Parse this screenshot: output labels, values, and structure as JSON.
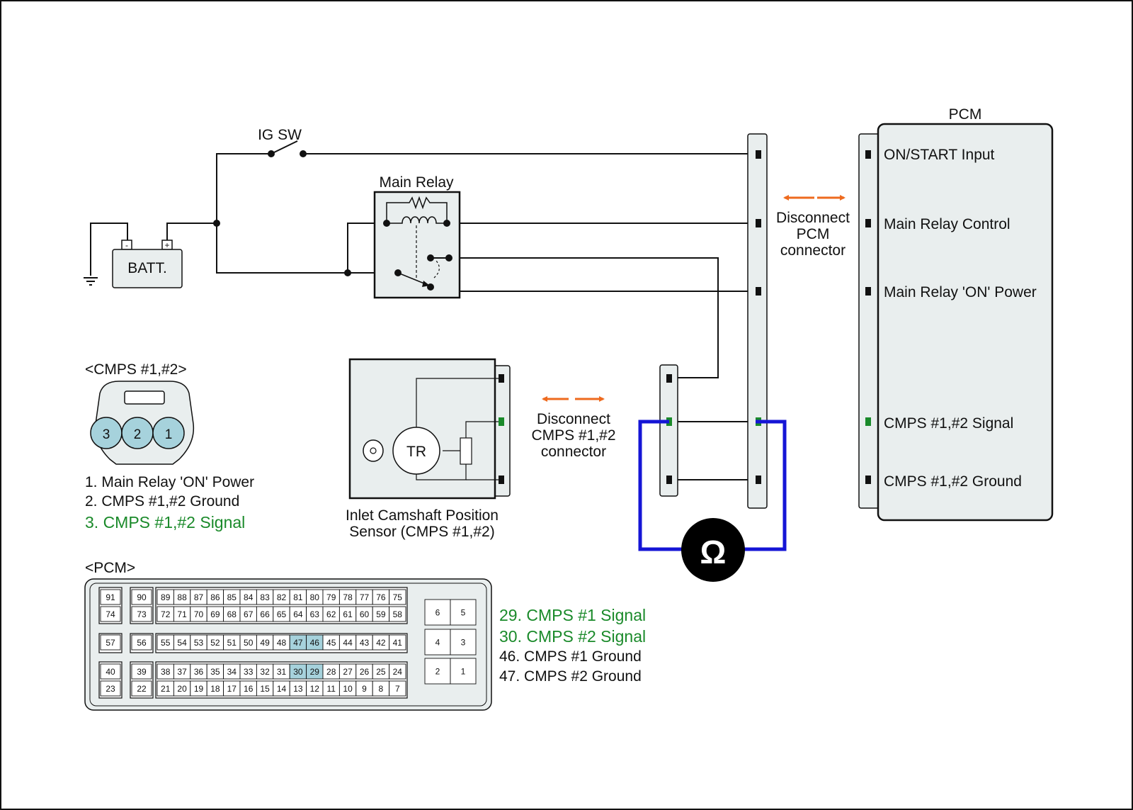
{
  "labels": {
    "ig_sw": "IG SW",
    "main_relay": "Main Relay",
    "batt": "BATT.",
    "batt_minus": "-",
    "batt_plus": "+",
    "pcm_title": "PCM",
    "disconnect_pcm": [
      "Disconnect",
      "PCM",
      "connector"
    ],
    "disconnect_cmps": [
      "Disconnect",
      "CMPS #1,#2",
      "connector"
    ],
    "sensor_caption": [
      "Inlet Camshaft Position",
      "Sensor (CMPS #1,#2)"
    ],
    "tr": "TR",
    "cmps_connector_title": "<CMPS #1,#2>",
    "pcm_connector_title": "<PCM>",
    "omega": "Ω"
  },
  "pcm_pins": [
    {
      "label": "ON/START Input",
      "color": "#111111"
    },
    {
      "label": "Main Relay Control",
      "color": "#111111"
    },
    {
      "label": "Main Relay 'ON' Power",
      "color": "#111111"
    },
    {
      "label": "CMPS #1,#2 Signal",
      "color": "#1a8a2a"
    },
    {
      "label": "CMPS #1,#2 Ground",
      "color": "#111111"
    }
  ],
  "cmps_connector": {
    "pins": [
      "3",
      "2",
      "1"
    ],
    "legend": [
      {
        "text": "1. Main Relay 'ON' Power",
        "color": "#111111"
      },
      {
        "text": "2. CMPS #1,#2 Ground",
        "color": "#111111"
      },
      {
        "text": "3. CMPS #1,#2 Signal",
        "color": "#1a8a2a"
      }
    ]
  },
  "pcm_connector": {
    "rows": [
      [
        "91",
        "90",
        "89",
        "88",
        "87",
        "86",
        "85",
        "84",
        "83",
        "82",
        "81",
        "80",
        "79",
        "78",
        "77",
        "76",
        "75"
      ],
      [
        "74",
        "73",
        "72",
        "71",
        "70",
        "69",
        "68",
        "67",
        "66",
        "65",
        "64",
        "63",
        "62",
        "61",
        "60",
        "59",
        "58"
      ],
      [
        "57",
        "56",
        "55",
        "54",
        "53",
        "52",
        "51",
        "50",
        "49",
        "48",
        "47",
        "46",
        "45",
        "44",
        "43",
        "42",
        "41"
      ],
      [
        "40",
        "39",
        "38",
        "37",
        "36",
        "35",
        "34",
        "33",
        "32",
        "31",
        "30",
        "29",
        "28",
        "27",
        "26",
        "25",
        "24"
      ],
      [
        "23",
        "22",
        "21",
        "20",
        "19",
        "18",
        "17",
        "16",
        "15",
        "14",
        "13",
        "12",
        "11",
        "10",
        "9",
        "8",
        "7"
      ]
    ],
    "right_rows": [
      [
        "6",
        "5"
      ],
      [
        "4",
        "3"
      ],
      [
        "2",
        "1"
      ]
    ],
    "highlighted": [
      "47",
      "46",
      "30",
      "29"
    ],
    "legend": [
      {
        "text": "29. CMPS #1 Signal",
        "color": "#1a8a2a"
      },
      {
        "text": "30. CMPS #2 Signal",
        "color": "#1a8a2a"
      },
      {
        "text": "46. CMPS #1 Ground",
        "color": "#111111"
      },
      {
        "text": "47. CMPS #2 Ground",
        "color": "#111111"
      }
    ]
  },
  "colors": {
    "wire": "#111111",
    "meter_lead": "#1515d6",
    "arrow": "#ee6a1e",
    "green_pin": "#1a8a2a",
    "panel_fill": "#e9eeee",
    "highlight": "#a6d2dc"
  }
}
